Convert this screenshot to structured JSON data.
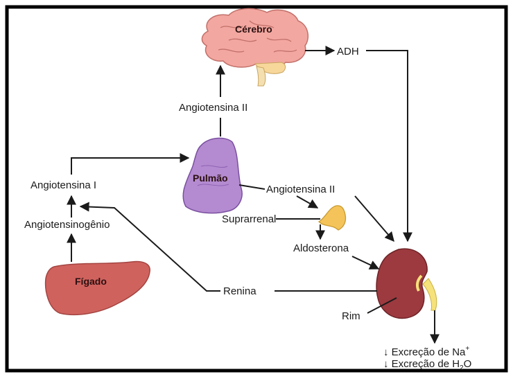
{
  "labels": {
    "cerebro": "Cérebro",
    "adh": "ADH",
    "angiotensina_ii_top": "Angiotensina II",
    "pulmao": "Pulmão",
    "angiotensina_i": "Angiotensina I",
    "angiotensina_ii_right": "Angiotensina II",
    "suprarrenal": "Suprarrenal",
    "angiotensinogenio": "Angiotensinogênio",
    "aldosterona": "Aldosterona",
    "figado": "Fígado",
    "renina": "Renina",
    "rim": "Rim",
    "excrecao_na_prefix": "↓ Excreção de Na",
    "excrecao_na_sup": "+",
    "excrecao_h2o_prefix": "↓ Excreção de H",
    "excrecao_h2o_sub": "2",
    "excrecao_h2o_suffix": "O"
  },
  "colors": {
    "frame": "#000000",
    "brain": "#f2a7a0",
    "lung": "#b48ad0",
    "liver": "#d0625e",
    "adrenal": "#f4c45a",
    "kidney": "#9c3a3f",
    "ureter": "#f6e27a"
  }
}
